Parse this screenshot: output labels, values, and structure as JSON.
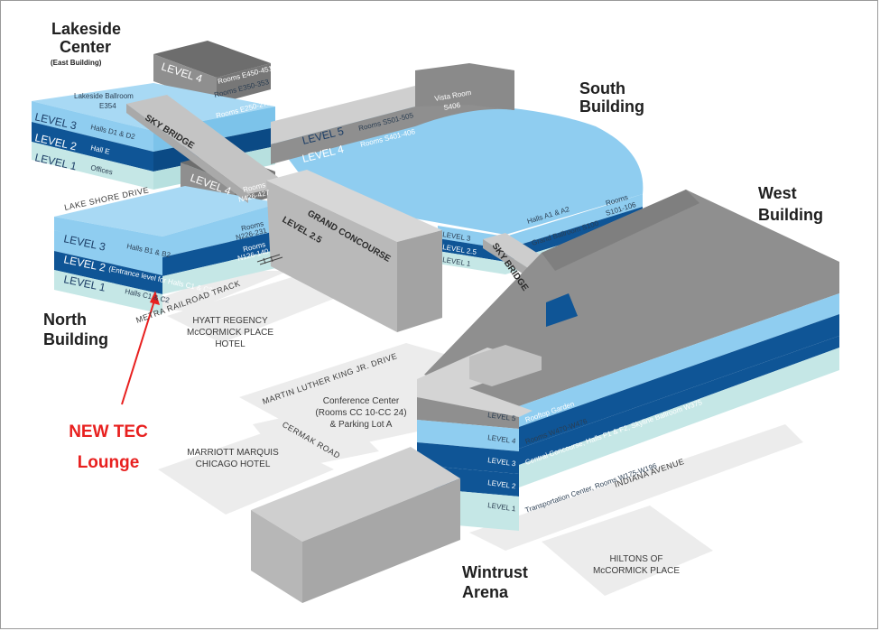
{
  "buildings": {
    "lakeside": {
      "name_line1": "Lakeside",
      "name_line2": "Center",
      "subtitle": "(East Building)"
    },
    "south": {
      "name_line1": "South",
      "name_line2": "Building"
    },
    "west": {
      "name_line1": "West",
      "name_line2": "Building"
    },
    "north": {
      "name_line1": "North",
      "name_line2": "Building"
    },
    "wintrust": {
      "name_line1": "Wintrust",
      "name_line2": "Arena"
    }
  },
  "lakeside_levels": {
    "level4": "LEVEL 4",
    "level3": "LEVEL 3",
    "level2": "LEVEL 2",
    "level1": "LEVEL 1",
    "ballroom_line1": "Lakeside Ballroom",
    "ballroom_line2": "E354",
    "rooms_e450": "Rooms E450-451",
    "rooms_e350": "Rooms E350-353",
    "rooms_e250": "Rooms E250-272",
    "halls_d": "Halls D1 & D2",
    "hall_e": "Hall E",
    "offices": "Offices"
  },
  "south_levels": {
    "level5": "LEVEL 5",
    "level4": "LEVEL 4",
    "level3": "LEVEL 3",
    "level25": "LEVEL 2.5",
    "level1": "LEVEL 1",
    "rooms_s501": "Rooms S501-505",
    "rooms_s401": "Rooms S401-406",
    "vista_line1": "Vista Room",
    "vista_line2": "S406",
    "halls_a": "Halls A1 & A2",
    "ballroom": "Grand Ballroom S100",
    "rooms_s101_line1": "Rooms",
    "rooms_s101_line2": "S101-106"
  },
  "north_levels": {
    "level4": "LEVEL 4",
    "level3": "LEVEL 3",
    "level2": "LEVEL 2",
    "level1": "LEVEL 1",
    "rooms_n426_line1": "Rooms",
    "rooms_n426_line2": "N426-427",
    "halls_b": "Halls B1 & B2",
    "entrance": "(Entrance level for Halls C1 & C2)",
    "rooms_n226_line1": "Rooms",
    "rooms_n226_line2": "N226-231",
    "rooms_n126_line1": "Rooms",
    "rooms_n126_line2": "N126-140",
    "halls_c": "Halls C1 & C2"
  },
  "west_levels": {
    "level5": "LEVEL 5",
    "level4": "LEVEL 4",
    "level3": "LEVEL 3",
    "level2": "LEVEL 2",
    "level1": "LEVEL 1",
    "rooftop": "Rooftop Garden",
    "rooms_w470": "Rooms W470-W476",
    "central": "Central Concourse, Halls F1 & F2, Skyline Ballroom W375",
    "transport": "Transportation Center, Rooms W175-W196"
  },
  "connectors": {
    "sky_bridge_east": "SKY BRIDGE",
    "sky_bridge_south": "SKY BRIDGE",
    "grand_concourse": "GRAND CONCOURSE",
    "grand_level": "LEVEL 2.5"
  },
  "roads": {
    "lake_shore": "LAKE SHORE DRIVE",
    "metra": "METRA RAILROAD TRACK",
    "mlk": "MARTIN LUTHER KING JR. DRIVE",
    "cermak": "CERMAK ROAD",
    "indiana": "INDIANA AVENUE"
  },
  "places": {
    "hyatt_line1": "HYATT REGENCY",
    "hyatt_line2": "McCORMICK PLACE",
    "hyatt_line3": "HOTEL",
    "conf_line1": "Conference Center",
    "conf_line2": "(Rooms CC 10-CC 24)",
    "conf_line3": "& Parking Lot A",
    "marriott_line1": "MARRIOTT MARQUIS",
    "marriott_line2": "CHICAGO HOTEL",
    "hiltons_line1": "HILTONS OF",
    "hiltons_line2": "McCORMICK PLACE"
  },
  "callout": {
    "line1": "NEW TEC",
    "line2": "Lounge",
    "color": "#e8201f"
  },
  "colors": {
    "light_blue": "#8fcdf0",
    "dark_blue": "#0f5596",
    "mint": "#c5e7e6",
    "gray": "#8f8f8f",
    "light_gray": "#cfcfcf",
    "ground": "#ececec"
  }
}
